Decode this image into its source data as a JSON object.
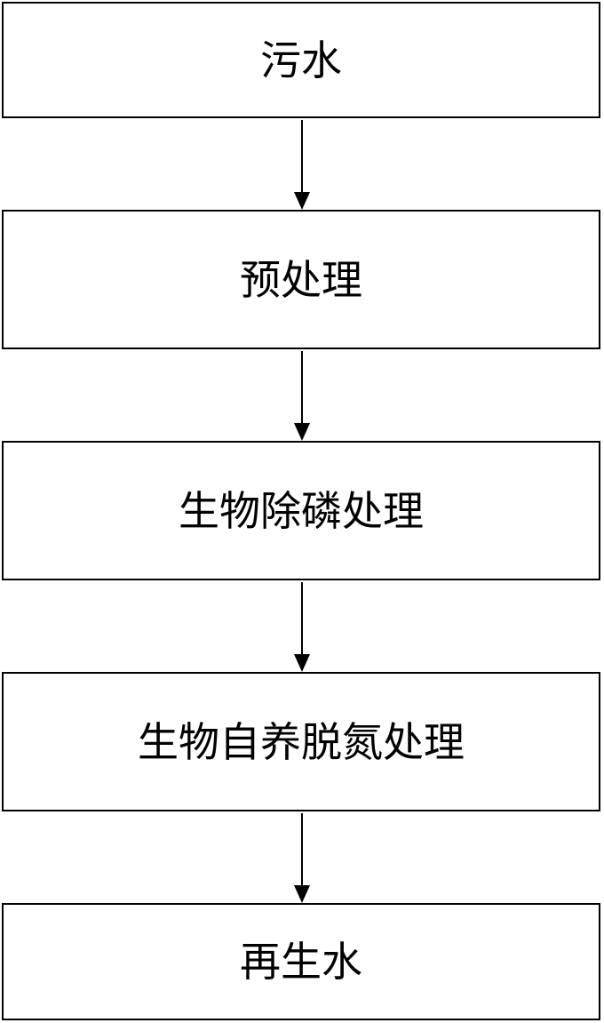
{
  "flowchart": {
    "steps": [
      {
        "label": "污水"
      },
      {
        "label": "预处理"
      },
      {
        "label": "生物除磷处理"
      },
      {
        "label": "生物自养脱氮处理"
      },
      {
        "label": "再生水"
      }
    ]
  },
  "colors": {
    "stroke": "#000000",
    "background": "#ffffff"
  }
}
